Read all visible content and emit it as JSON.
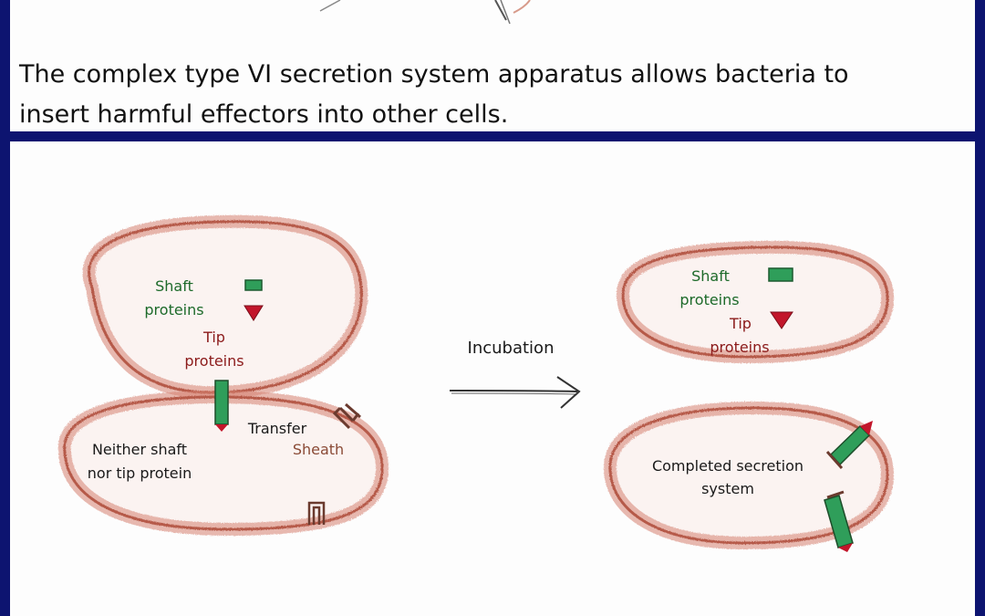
{
  "caption": {
    "line1": "The complex type VI secretion system apparatus allows bacteria to",
    "line2": "insert harmful effectors into other cells."
  },
  "diagram": {
    "left": {
      "shaft_label_1": "Shaft",
      "shaft_label_2": "proteins",
      "tip_label_1": "Tip",
      "tip_label_2": "proteins",
      "transfer_label": "Transfer",
      "sheath_label": "Sheath",
      "recipient_label_1": "Neither shaft",
      "recipient_label_2": "nor tip protein"
    },
    "arrow_label": "Incubation",
    "right": {
      "shaft_label_1": "Shaft",
      "shaft_label_2": "proteins",
      "tip_label_1": "Tip",
      "tip_label_2": "proteins",
      "completed_label_1": "Completed secretion",
      "completed_label_2": "system"
    }
  },
  "colors": {
    "frame": "#0d1470",
    "cell_outline": "#c9685a",
    "shaft": "#2f9e5a",
    "tip": "#c2162b",
    "sheath": "#6b3a2e"
  }
}
